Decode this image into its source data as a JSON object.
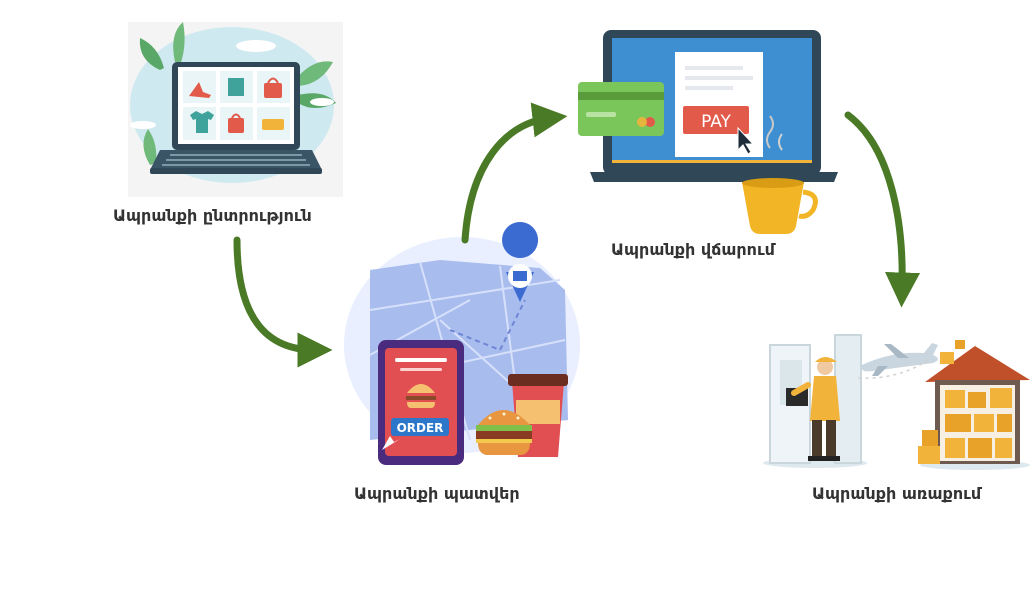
{
  "steps": [
    {
      "label": "Ապրանքի ընտրություն",
      "icon": "laptop-shop-icon"
    },
    {
      "label": "Ապրանքի պատվեր",
      "icon": "tablet-order-icon"
    },
    {
      "label": "Ապրանքի վճարում",
      "icon": "laptop-payment-icon"
    },
    {
      "label": "Ապրանքի առաքում",
      "icon": "courier-delivery-icon"
    }
  ],
  "texts": {
    "pay_button": "PAY",
    "order_button": "ORDER"
  },
  "colors": {
    "arrow": "#4a7a25",
    "laptop_body": "#2f4756",
    "screen": "#3d8fd1",
    "card": "#7bc65b",
    "pay_button": "#e25a4a",
    "order_button": "#2c77c9",
    "tablet": "#4b2b7d",
    "map": "#a9bcee",
    "boxes": "#f2b33a",
    "label_text": "#333333"
  }
}
